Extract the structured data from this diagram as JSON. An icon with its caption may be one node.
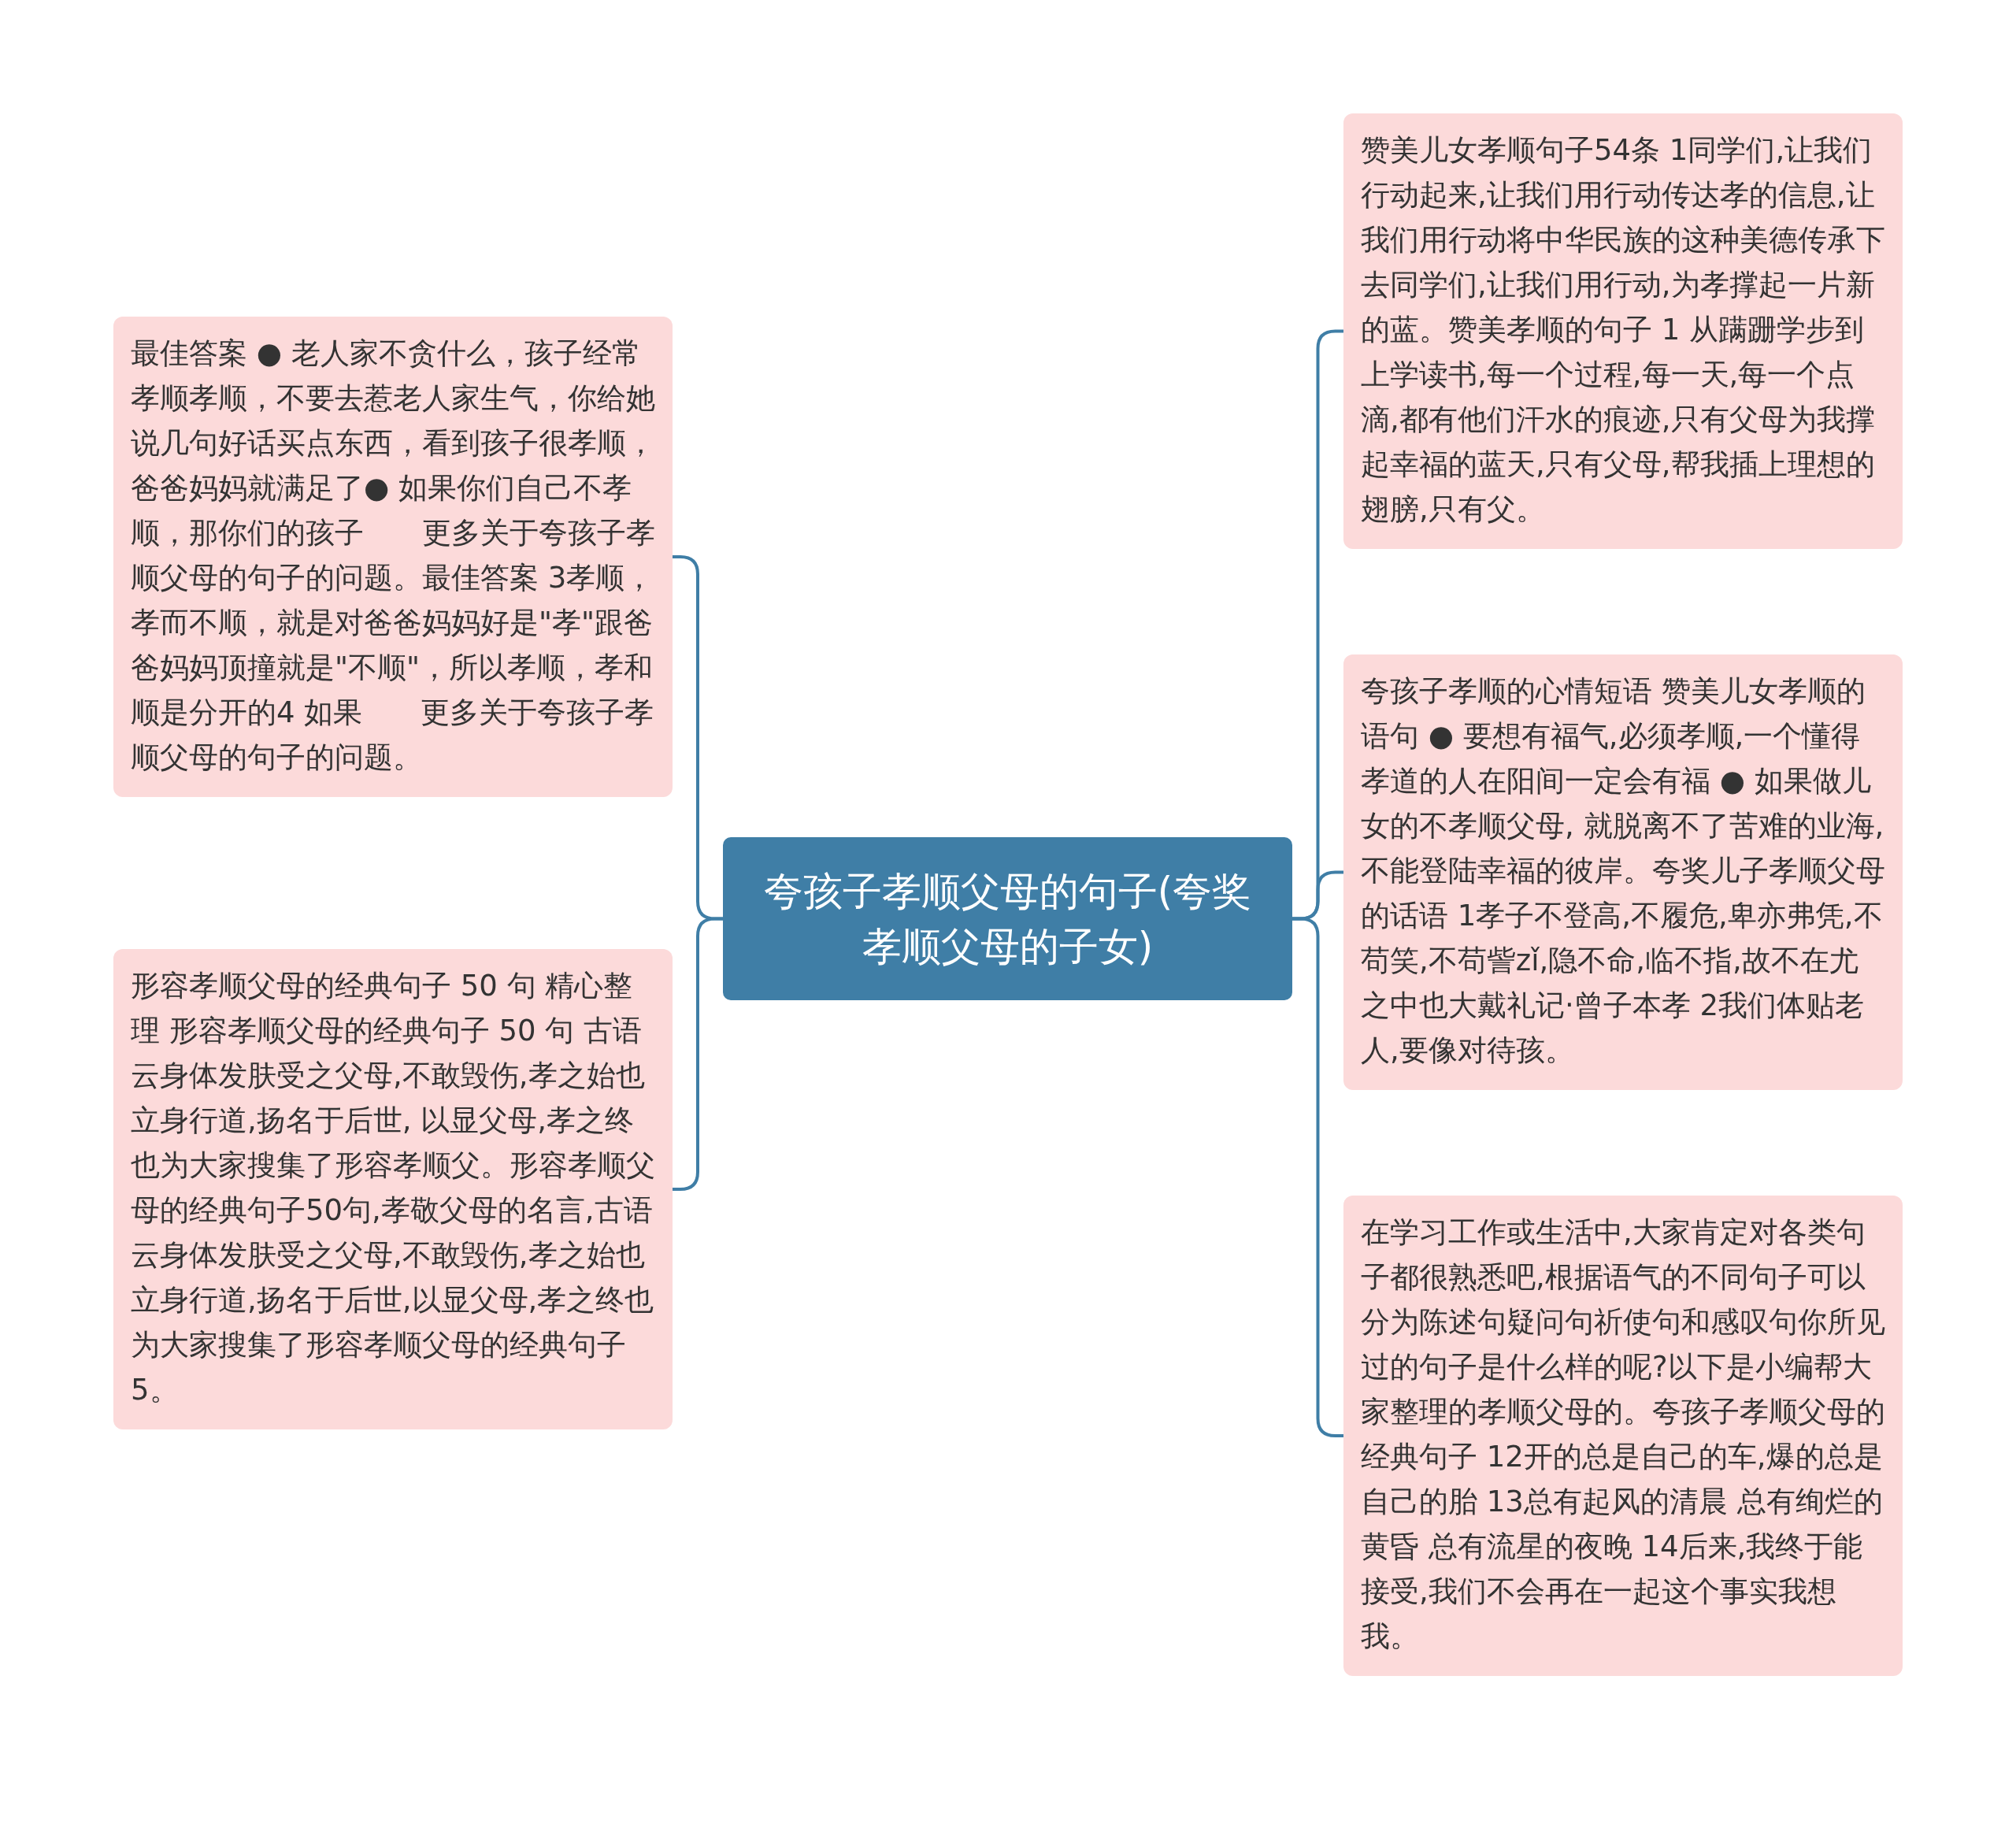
{
  "diagram": {
    "nodes": [
      {
        "text": [
          "夸孩子孝顺父母的句子(夸奖孝顺父母的子女)"
        ]
      },
      {
        "text": [
          "最佳答案 ● 老人家不贪什么，孩子经常孝顺孝顺，不要去惹老人家生气，你给她说几句好话买点东西，看到孩子很孝顺，爸爸妈妈就满足了● 如果你们自己不孝顺，那你们的孩子　　更多关于夸孩子孝顺父母的句子的问题。最佳答案 3孝顺，孝而不顺，就是对爸爸妈妈好是\"孝\"跟爸爸妈妈顶撞就是\"不顺\"，所以孝顺，孝和顺是分开的4 如果　　更多关于夸孩子孝顺父母的句子的问题。"
        ]
      },
      {
        "text": [
          "形容孝顺父母的经典句子 50 句 精心整理 形容孝顺父母的经典句子 50 句 古语云身体发肤受之父母,不敢毁伤,孝之始也立身行道,扬名于后世, 以显父母,孝之终也为大家搜集了形容孝顺父。形容孝顺父母的经典句子50句,孝敬父母的名言,古语云身体发肤受之父母,不敢毁伤,孝之始也立身行道,扬名于后世,以显父母,孝之终也为大家搜集了形容孝顺父母的经典句子5。"
        ]
      },
      {
        "text": [
          "赞美儿女孝顺句子54条 1同学们,让我们行动起来,让我们用行动传达孝的信息,让我们用行动将中华民族的这种美德传承下去同学们,让我们用行动,为孝撑起一片新的蓝。赞美孝顺的句子 1 从蹒跚学步到上学读书,每一个过程,每一天,每一个点滴,都有他们汗水的痕迹,只有父母为我撑起幸福的蓝天,只有父母,帮我插上理想的翅膀,只有父。"
        ]
      },
      {
        "text": [
          "夸孩子孝顺的心情短语 赞美儿女孝顺的语句 ● 要想有福气,必须孝顺,一个懂得孝道的人在阳间一定会有福 ● 如果做儿女的不孝顺父母, 就脱离不了苦难的业海, 不能登陆幸福的彼岸。夸奖儿子孝顺父母的话语 1孝子不登高,不履危,卑亦弗凭,不苟笑,不苟訾zǐ,隐不命,临不指,故不在尤之中也大戴礼记·曾子本孝 2我们体贴老人,要像对待孩。"
        ]
      },
      {
        "text": [
          "在学习工作或生活中,大家肯定对各类句子都很熟悉吧,根据语气的不同句子可以分为陈述句疑问句祈使句和感叹句你所见过的句子是什么样的呢?以下是小编帮大家整理的孝顺父母的。夸孩子孝顺父母的经典句子 12开的总是自己的车,爆的总是自己的胎 13总有起风的清晨 总有绚烂的黄昏 总有流星的夜晚 14后来,我终于能接受,我们不会再在一起这个事实我想我。"
        ]
      }
    ],
    "edges": [
      {
        "from": 0,
        "to": 1,
        "arrow": "none"
      },
      {
        "from": 0,
        "to": 2,
        "arrow": "none"
      },
      {
        "from": 0,
        "to": 3,
        "arrow": "none"
      },
      {
        "from": 0,
        "to": 4,
        "arrow": "none"
      },
      {
        "from": 0,
        "to": 5,
        "arrow": "none"
      }
    ]
  }
}
